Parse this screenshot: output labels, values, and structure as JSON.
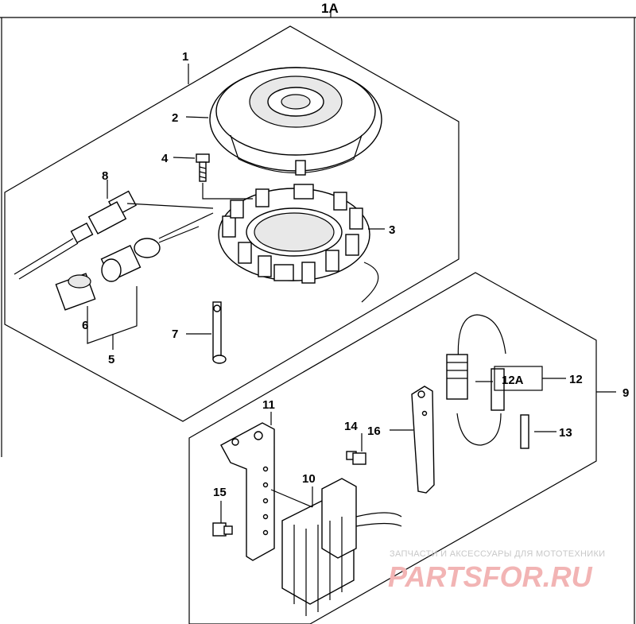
{
  "diagram": {
    "title": "1A",
    "callouts": {
      "c1": "1",
      "c2": "2",
      "c3": "3",
      "c4": "4",
      "c5": "5",
      "c6": "6",
      "c7": "7",
      "c8": "8",
      "c9": "9",
      "c10": "10",
      "c11": "11",
      "c12": "12",
      "c12a": "12A",
      "c13": "13",
      "c14": "14",
      "c15": "15",
      "c16": "16"
    }
  },
  "watermark": {
    "line1": "ЗАПЧАСТИ И АКСЕССУАРЫ ДЛЯ МОТОТЕХНИКИ",
    "line2": "PARTSFOR.RU"
  },
  "colors": {
    "ink": "#000000",
    "watermark_red": "#f2b4b4",
    "watermark_gray": "#c8c8c8"
  }
}
